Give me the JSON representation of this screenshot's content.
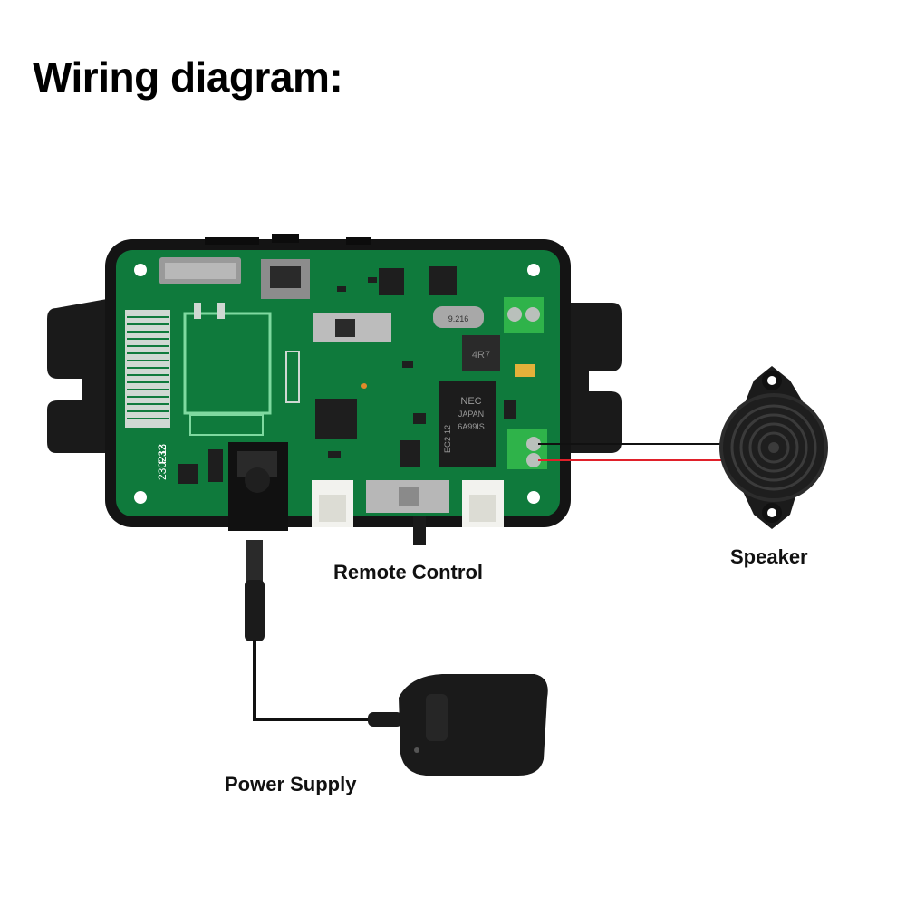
{
  "title": "Wiring diagram:",
  "labels": {
    "remote_control": "Remote Control",
    "speaker": "Speaker",
    "power_supply": "Power Supply"
  },
  "board": {
    "model": "P32",
    "date_code": "230213",
    "relay_text_1": "NEC",
    "relay_text_2": "JAPAN",
    "relay_text_3": "6A99IS",
    "relay_side_text": "EG2-12",
    "inductor_text": "4R7",
    "crystal_text": "9.216"
  },
  "colors": {
    "pcb": "#0f7a3c",
    "enclosure": "#141414",
    "terminal": "#2fb34a",
    "wire_red": "#e0202a",
    "wire_black": "#111111"
  }
}
